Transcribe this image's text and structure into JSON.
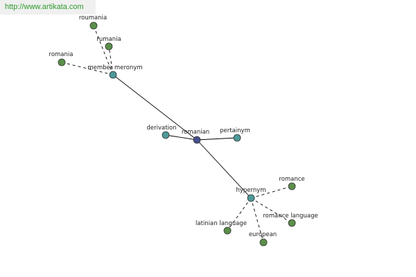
{
  "header": {
    "url": "http://www.artikata.com"
  },
  "colors": {
    "center": "#454f8f",
    "relation": "#4e9999",
    "term": "#5a8f4a"
  },
  "graph": {
    "nodes": {
      "romanian": "romanian",
      "member_meronym": "member meronym",
      "derivation": "derivation",
      "pertainym": "pertainym",
      "hypernym": "hypernym",
      "roumania": "roumania",
      "rumania": "rumania",
      "romania": "romania",
      "romance": "romance",
      "romance_language": "romance language",
      "european": "european",
      "latinian_language": "latinian language"
    }
  }
}
